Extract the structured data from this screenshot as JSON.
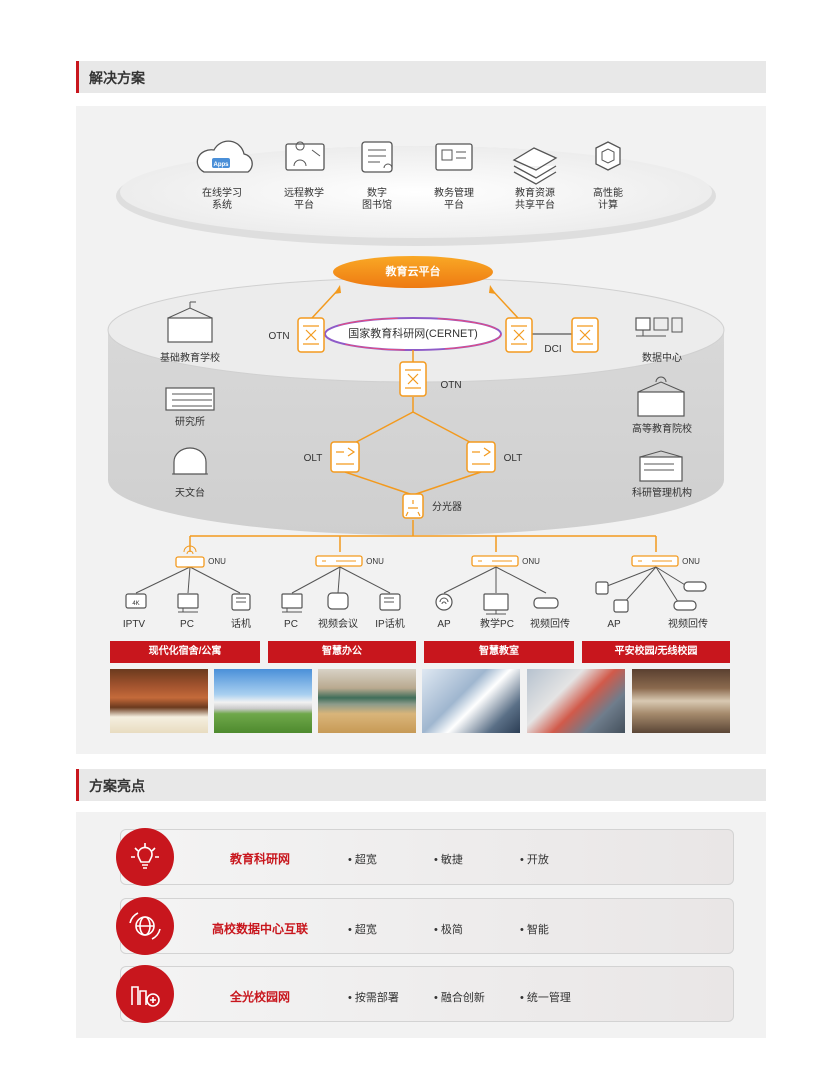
{
  "solution": {
    "heading": "解决方案",
    "apps": [
      {
        "label": "在线学习\n系统",
        "icon": "apps-cloud-icon",
        "badge": "Apps"
      },
      {
        "label": "远程教学\n平台",
        "icon": "remote-teaching-icon"
      },
      {
        "label": "数字\n图书馆",
        "icon": "digital-library-icon"
      },
      {
        "label": "教务管理\n平台",
        "icon": "academic-admin-icon"
      },
      {
        "label": "教育资源\n共享平台",
        "icon": "resource-sharing-icon"
      },
      {
        "label": "高性能\n计算",
        "icon": "hpc-icon"
      }
    ],
    "cloud_platform": "教育云平台",
    "cernet": "国家教育科研网(CERNET)",
    "otn": "OTN",
    "dci": "DCI",
    "olt": "OLT",
    "splitter": "分光器",
    "left_sites": [
      "基础教育学校",
      "研究所",
      "天文台"
    ],
    "right_sites": [
      "数据中心",
      "高等教育院校",
      "科研管理机构"
    ],
    "onu": "ONU",
    "endpoints": {
      "g1": [
        "IPTV",
        "PC",
        "话机"
      ],
      "g2": [
        "PC",
        "视频会议",
        "IP话机"
      ],
      "g3": [
        "AP",
        "教学PC",
        "视频回传"
      ],
      "g4": [
        "AP",
        "视频回传"
      ]
    },
    "badge_4k": "4K",
    "categories": [
      "现代化宿舍/公寓",
      "智慧办公",
      "智慧教室",
      "平安校园/无线校园"
    ],
    "colors": {
      "accent": "#c8161d",
      "network": "#f39a1e",
      "cloud": "#f08c1a"
    }
  },
  "highlights": {
    "heading": "方案亮点",
    "items": [
      {
        "title": "教育科研网",
        "icon": "lightbulb-icon",
        "features": [
          "• 超宽",
          "• 敏捷",
          "• 开放"
        ]
      },
      {
        "title": "高校数据中心互联",
        "icon": "globe-icon",
        "features": [
          "• 超宽",
          "• 极简",
          "• 智能"
        ]
      },
      {
        "title": "全光校园网",
        "icon": "campus-building-icon",
        "features": [
          "• 按需部署",
          "• 融合创新",
          "• 统一管理"
        ]
      }
    ]
  }
}
